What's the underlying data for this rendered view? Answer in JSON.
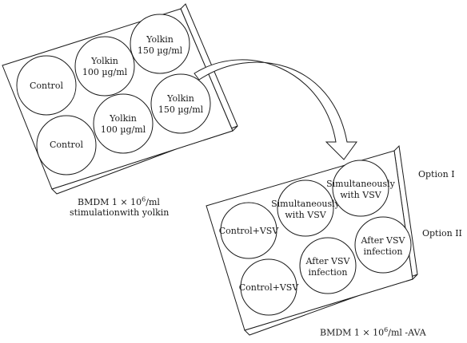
{
  "plate1": {
    "wells": [
      {
        "id": "w1",
        "lines": [
          "Control"
        ]
      },
      {
        "id": "w2",
        "lines": [
          "Yolkin",
          "100 µg/ml"
        ]
      },
      {
        "id": "w3",
        "lines": [
          "Yolkin",
          "150 µg/ml"
        ]
      },
      {
        "id": "w4",
        "lines": [
          "Control"
        ]
      },
      {
        "id": "w5",
        "lines": [
          "Yolkin",
          "100 µg/ml"
        ]
      },
      {
        "id": "w6",
        "lines": [
          "Yolkin",
          "150 µg/ml"
        ]
      }
    ],
    "caption_line1_pre": "BMDM 1 × 10",
    "caption_line1_exp": "6",
    "caption_line1_post": "/ml",
    "caption_line2": "stimulationwith yolkin"
  },
  "plate2": {
    "wells": [
      {
        "id": "v1",
        "lines": [
          "Control+VSV"
        ]
      },
      {
        "id": "v2",
        "lines": [
          "Simultaneously",
          "with VSV"
        ]
      },
      {
        "id": "v3",
        "lines": [
          "Simultaneously",
          "with VSV"
        ]
      },
      {
        "id": "v4",
        "lines": [
          "Control+VSV"
        ]
      },
      {
        "id": "v5",
        "lines": [
          "After VSV",
          "infection"
        ]
      },
      {
        "id": "v6",
        "lines": [
          "After VSV",
          "infection"
        ]
      }
    ],
    "caption_pre": "BMDM 1 × 10",
    "caption_exp": "6",
    "caption_post": "/ml -AVA"
  },
  "options": {
    "option1": "Option I",
    "option2": "Option II"
  }
}
